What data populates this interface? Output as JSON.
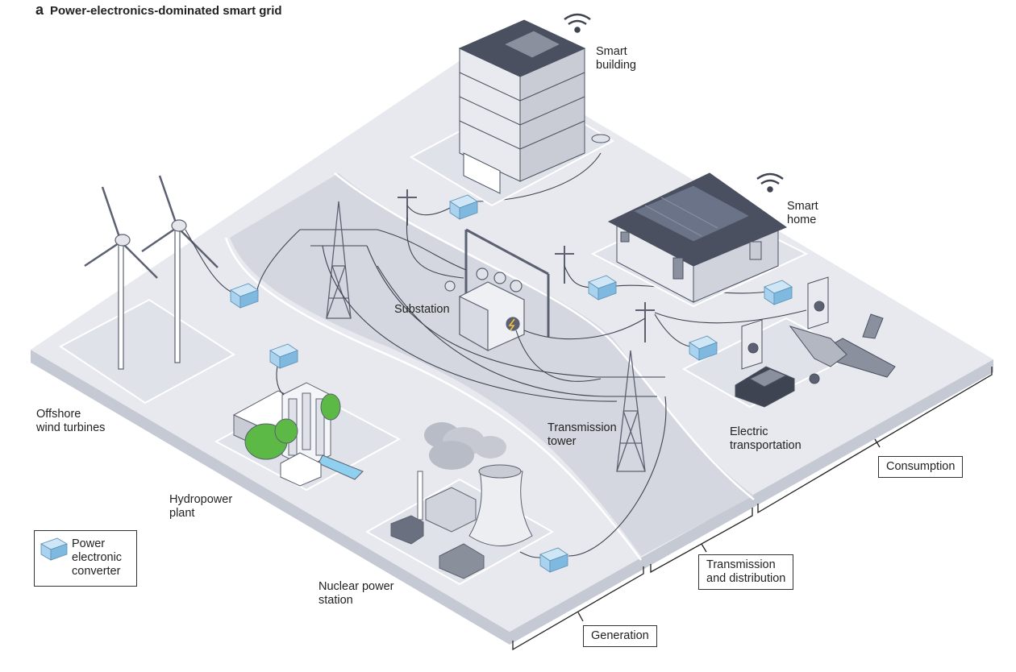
{
  "figure": {
    "panel_letter": "a",
    "title": "Power-electronics-dominated smart grid"
  },
  "labels": {
    "smart_building": [
      "Smart",
      "building"
    ],
    "smart_home": [
      "Smart",
      "home"
    ],
    "substation": "Substation",
    "offshore_wind": [
      "Offshore",
      "wind turbines"
    ],
    "hydropower": [
      "Hydropower",
      "plant"
    ],
    "transmission_tower": [
      "Transmission",
      "tower"
    ],
    "electric_transport": [
      "Electric",
      "transportation"
    ],
    "nuclear": [
      "Nuclear power",
      "station"
    ]
  },
  "sections": {
    "consumption": "Consumption",
    "transmission": [
      "Transmission",
      "and distribution"
    ],
    "generation": "Generation"
  },
  "legend": {
    "converter": [
      "Power",
      "electronic",
      "converter"
    ]
  },
  "colors": {
    "platform": "#e7e9ee",
    "platform_edge": "#c5c9d4",
    "mid_band": "#d4d7e0",
    "converter": "#a8d2ee",
    "structure": "#5b6170",
    "roof": "#4a5060",
    "green": "#5cb946",
    "water": "#8fd0f0"
  }
}
